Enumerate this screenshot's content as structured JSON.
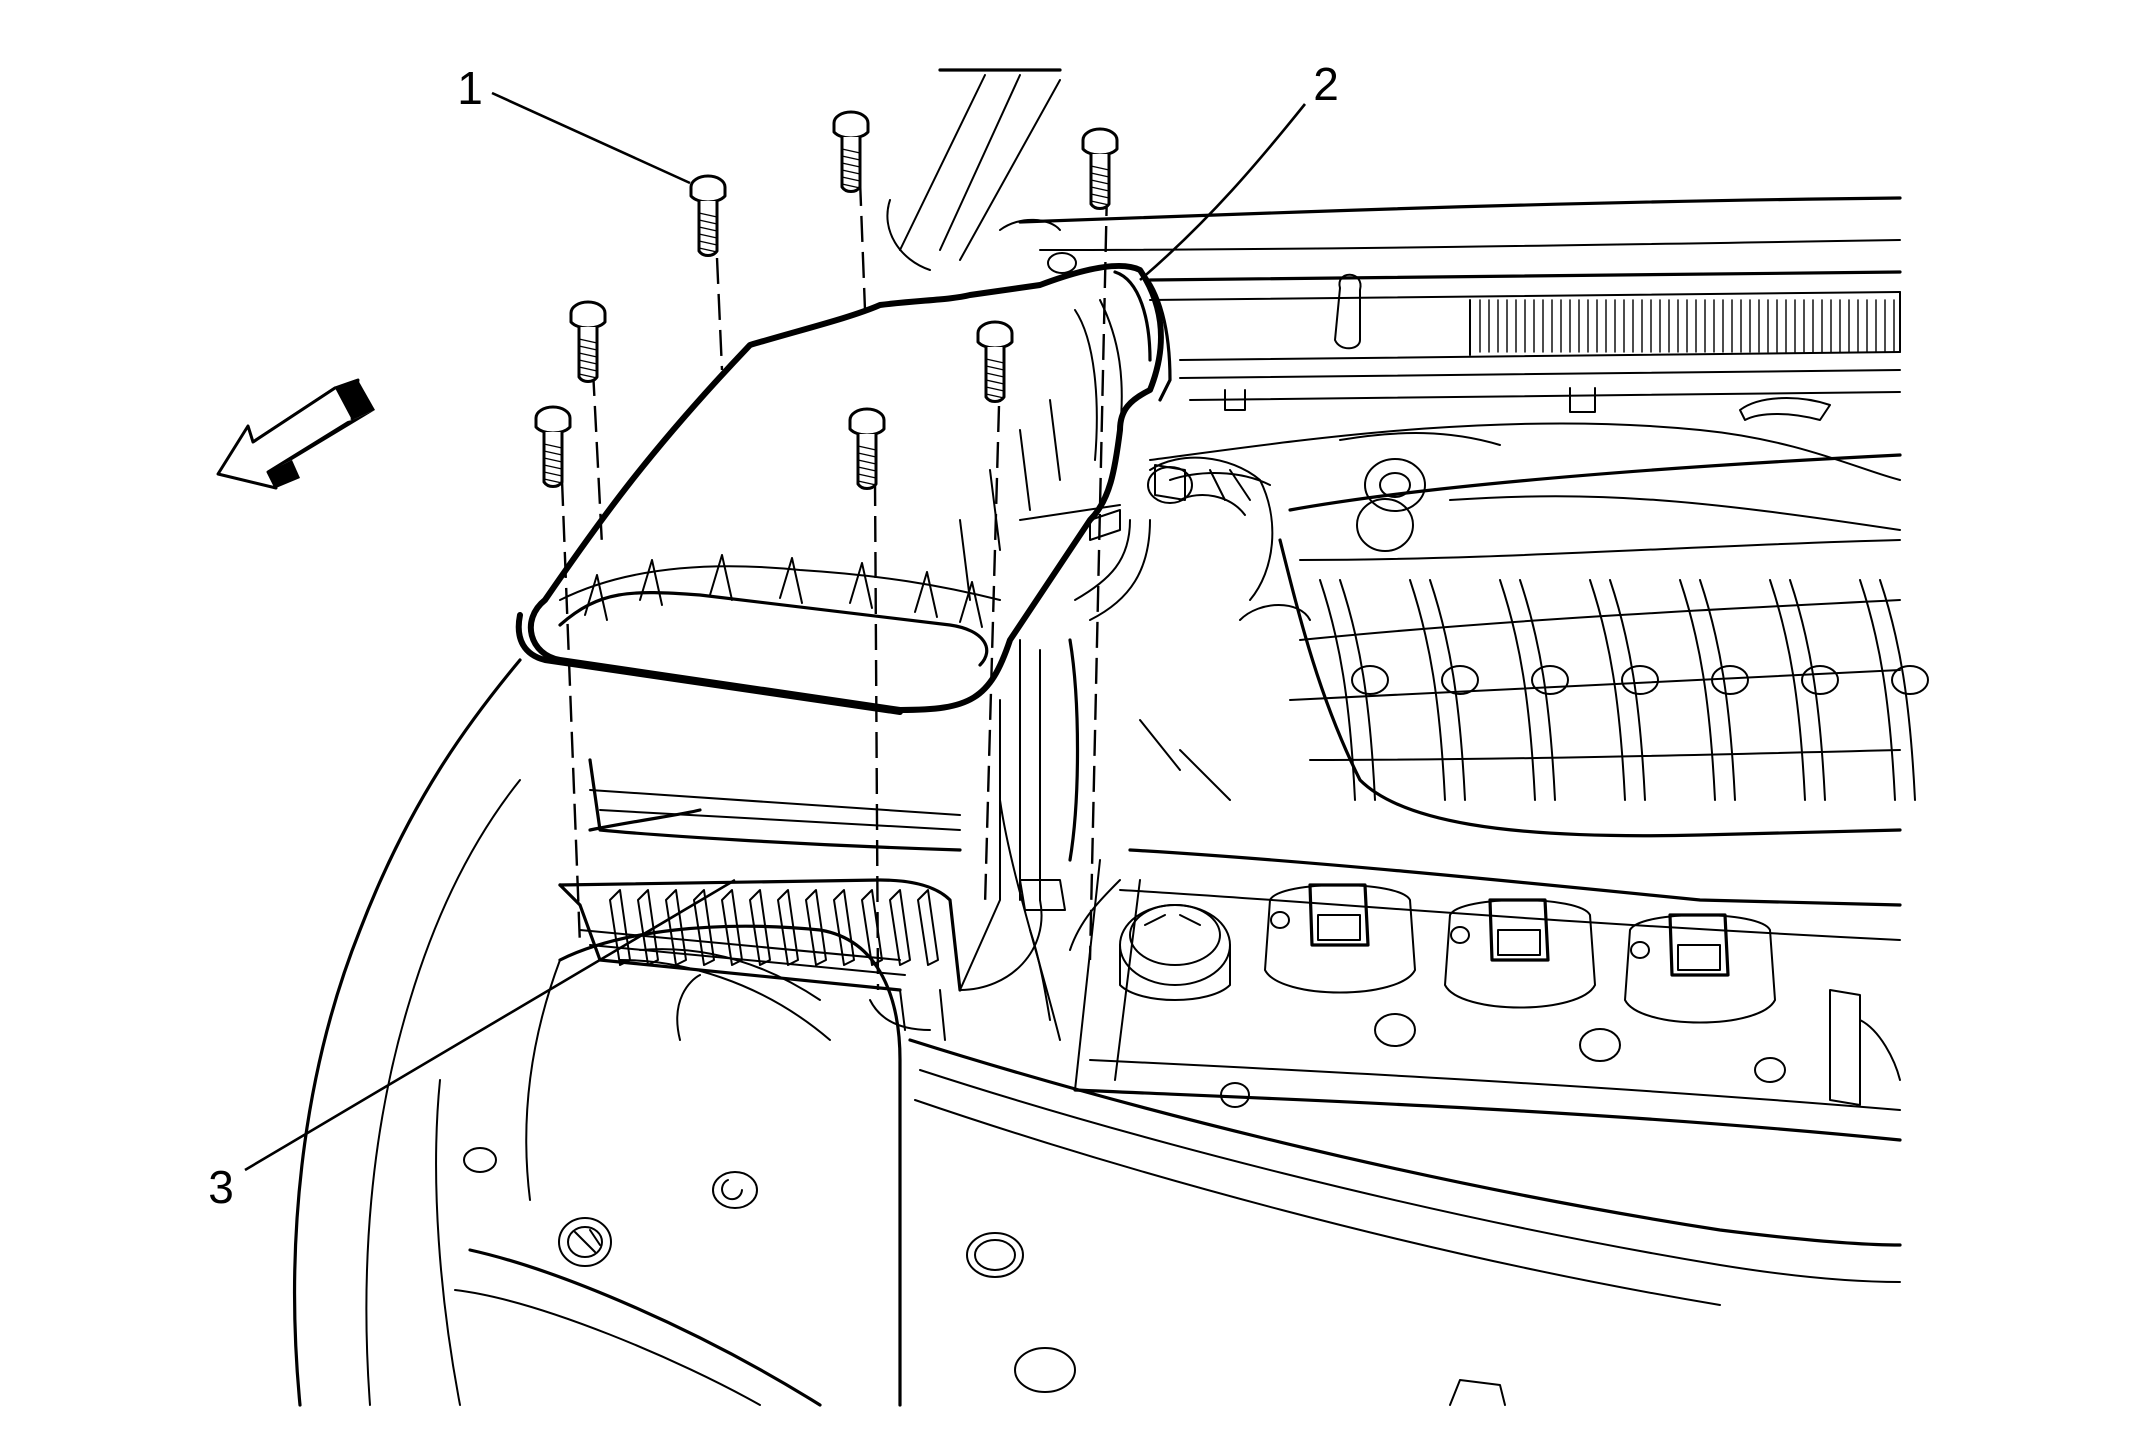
{
  "callouts": {
    "one": "1",
    "two": "2",
    "three": "3"
  },
  "colors": {
    "line": "#000000",
    "background": "#ffffff"
  },
  "icons": {
    "direction": "arrow-icon"
  }
}
